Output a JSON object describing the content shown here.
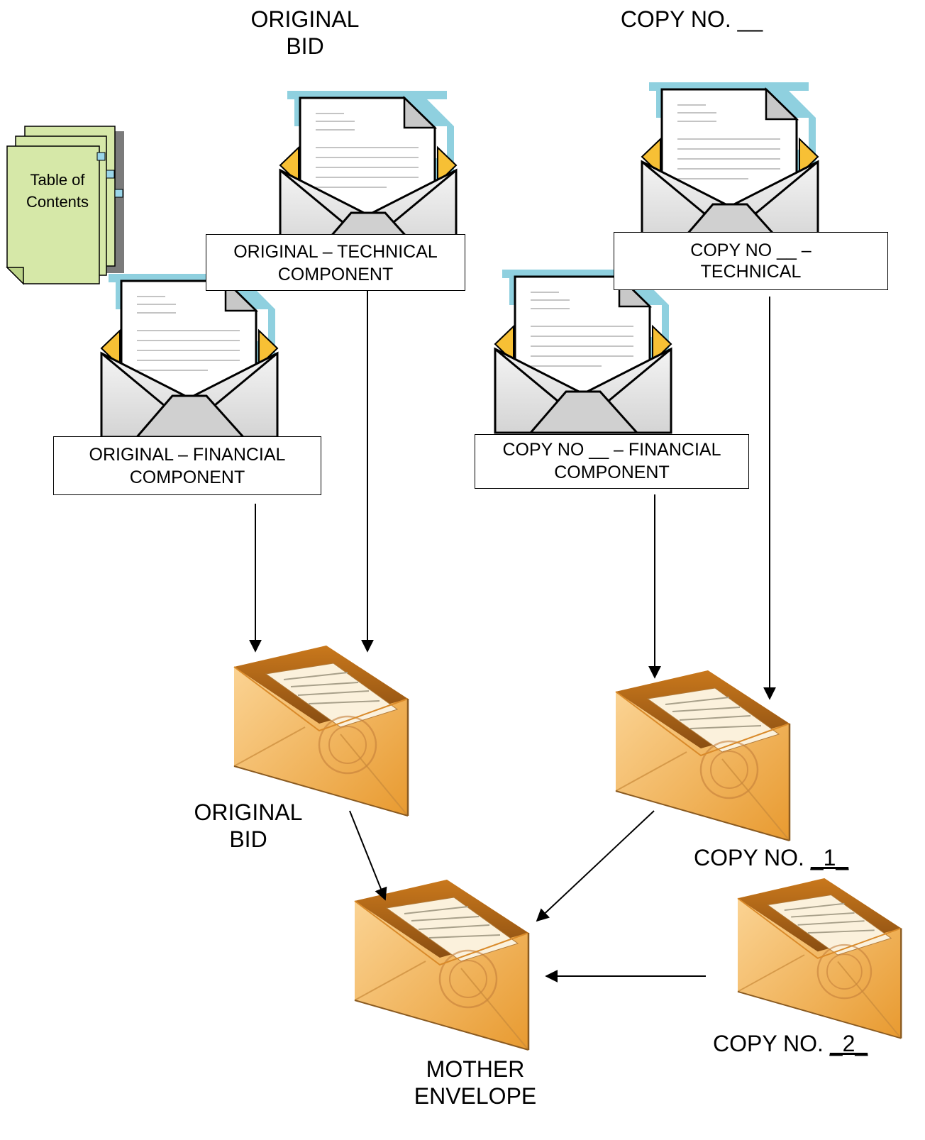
{
  "headings": {
    "original_bid": [
      "ORIGINAL",
      "BID"
    ],
    "copy_no": "COPY NO. __"
  },
  "toc": {
    "line1": "Table of",
    "line2": "Contents"
  },
  "component_boxes": {
    "original_technical": [
      "ORIGINAL – TECHNICAL",
      "COMPONENT"
    ],
    "original_financial": [
      "ORIGINAL – FINANCIAL",
      "COMPONENT"
    ],
    "copy_technical": [
      "COPY NO __ –",
      "TECHNICAL"
    ],
    "copy_financial": [
      "COPY NO __ – FINANCIAL",
      "COMPONENT"
    ]
  },
  "envelope_labels": {
    "original_bid": [
      "ORIGINAL",
      "BID"
    ],
    "copy_1": {
      "prefix": "COPY NO. ",
      "number": "_1_"
    },
    "copy_2": {
      "prefix": "COPY NO. ",
      "number": "_2_"
    },
    "mother": [
      "MOTHER",
      "ENVELOPE"
    ]
  },
  "icons": {
    "open_envelope": "open-envelope-with-document-icon",
    "sealed_envelope": "sealed-envelope-icon",
    "toc": "table-of-contents-pages-icon"
  },
  "colors": {
    "envelope_orange": "#f2a945",
    "envelope_light": "#fbd59a",
    "open_envelope_outline": "#8fd0df",
    "toc_green": "#d6e8a8",
    "flap_yellow": "#f7c035"
  }
}
